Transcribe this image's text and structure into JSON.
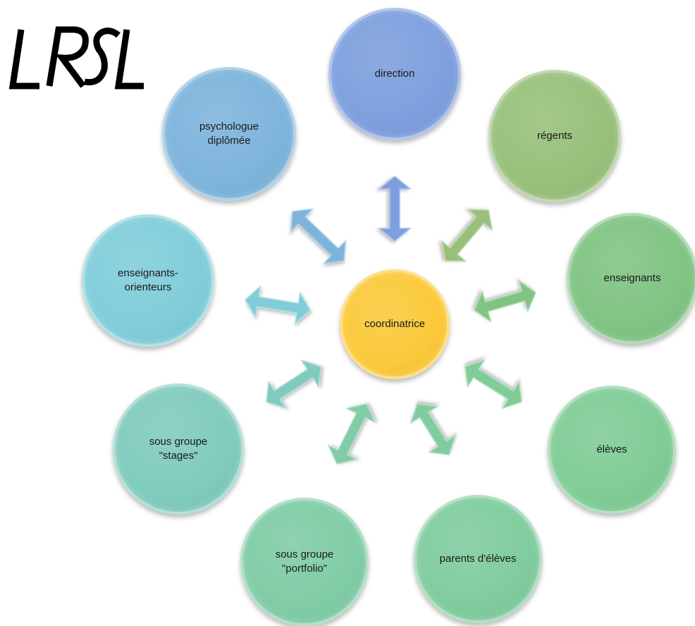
{
  "logo": {
    "text": "LRSL"
  },
  "center": {
    "label": "coordinatrice",
    "color": "#fbc93a"
  },
  "nodes": [
    {
      "id": "direction",
      "label": "direction",
      "color": "#7e9fde"
    },
    {
      "id": "regents",
      "label": "régents",
      "color": "#98c07a"
    },
    {
      "id": "enseignants",
      "label": "enseignants",
      "color": "#80c483"
    },
    {
      "id": "eleves",
      "label": "élèves",
      "color": "#80cc96"
    },
    {
      "id": "parents",
      "label": "parents d'élèves",
      "color": "#80cc9e"
    },
    {
      "id": "portfolio",
      "label": "sous groupe\n\"portfolio\"",
      "color": "#80cca6"
    },
    {
      "id": "stages",
      "label": "sous groupe\n\"stages\"",
      "color": "#80cbbd"
    },
    {
      "id": "orienteurs",
      "label": "enseignants-\norienteurs",
      "color": "#80cdd9"
    },
    {
      "id": "psychologue",
      "label": "psychologue\ndiplômée",
      "color": "#7eb4dc"
    }
  ]
}
